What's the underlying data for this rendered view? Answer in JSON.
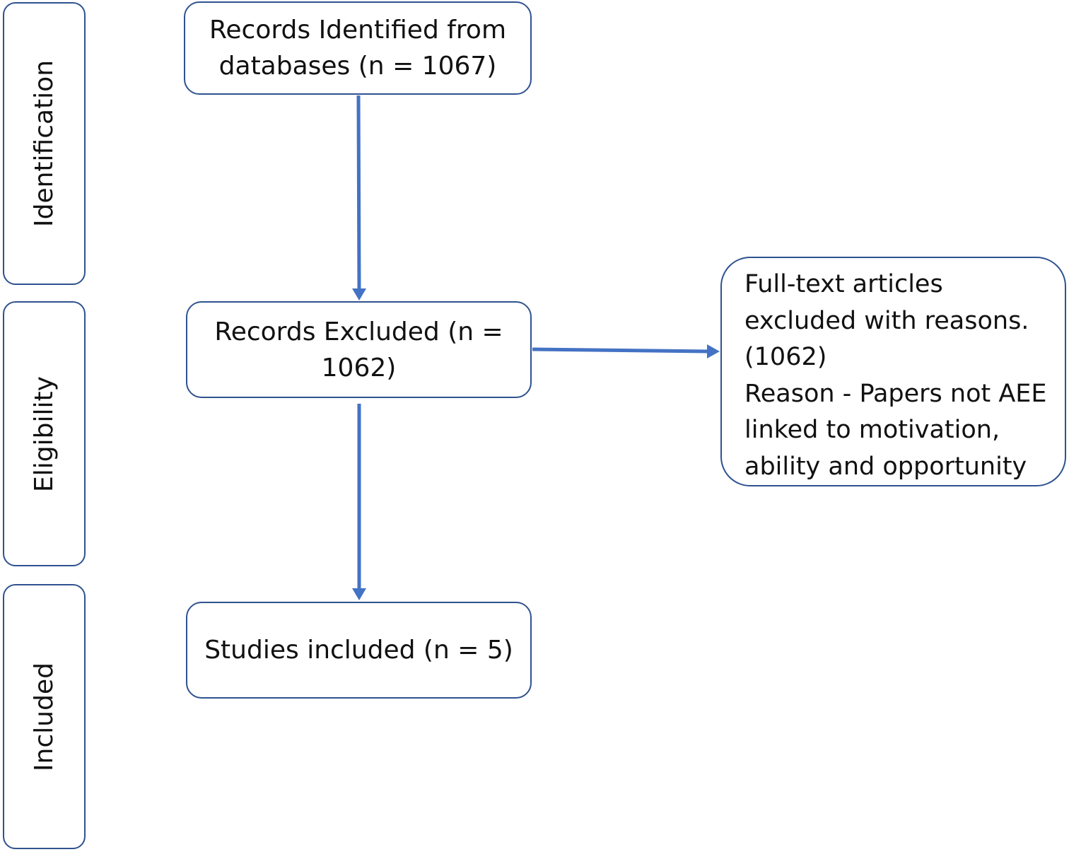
{
  "stages": {
    "identification": "Identification",
    "eligibility": "Eligibility",
    "included": "Included"
  },
  "boxes": {
    "identified": {
      "line1": "Records Identified from",
      "line2": "databases (n = 1067)"
    },
    "excluded": {
      "line1": "Records Excluded (n =",
      "line2": "1062)"
    },
    "included": {
      "line1": "Studies included (n = 5)"
    },
    "fulltext_excluded": {
      "lines": [
        "Full-text articles",
        "excluded with reasons.",
        "(1062)",
        "Reason - Papers not AEE",
        "linked to motivation,",
        "ability and opportunity"
      ]
    }
  },
  "colors": {
    "box_border": "#2F528F",
    "arrow": "#4472C4",
    "text": "#111111"
  }
}
